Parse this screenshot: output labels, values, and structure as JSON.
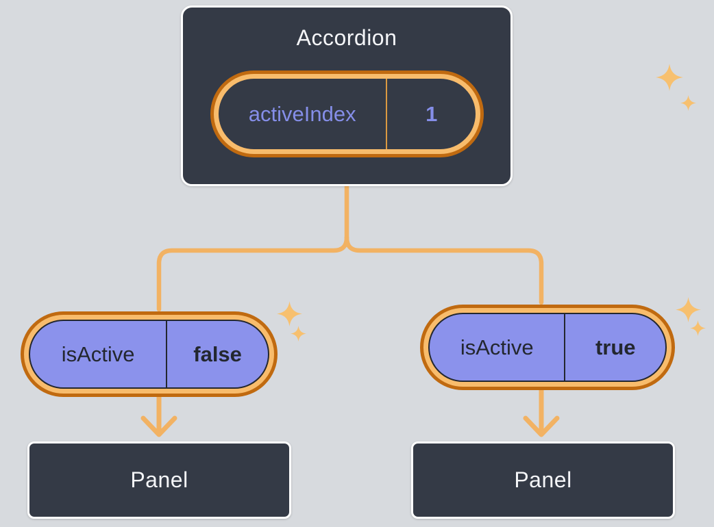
{
  "accordion": {
    "title": "Accordion",
    "state": {
      "label": "activeIndex",
      "value": "1"
    }
  },
  "branches": [
    {
      "side": "left",
      "prop": {
        "label": "isActive",
        "value": "false"
      },
      "panel": {
        "title": "Panel"
      }
    },
    {
      "side": "right",
      "prop": {
        "label": "isActive",
        "value": "true"
      },
      "panel": {
        "title": "Panel"
      }
    }
  ],
  "icons": {
    "sparkle": "sparkle-icon"
  },
  "colors": {
    "canvas_bg": "#d7dade",
    "box_bg": "#343a46",
    "box_border": "#ffffff",
    "ink_text": "#23272f",
    "pill_purple": "#8b92ec",
    "state_text_purple": "#858ee8",
    "ring_outer_orange": "#c06a10",
    "ring_inner_orange": "#f8bc6c",
    "connector_orange": "#f2b263",
    "sparkle_orange": "#f7c06f",
    "state_divider_amber": "#db9a41",
    "light_text": "#f4f5f8"
  }
}
